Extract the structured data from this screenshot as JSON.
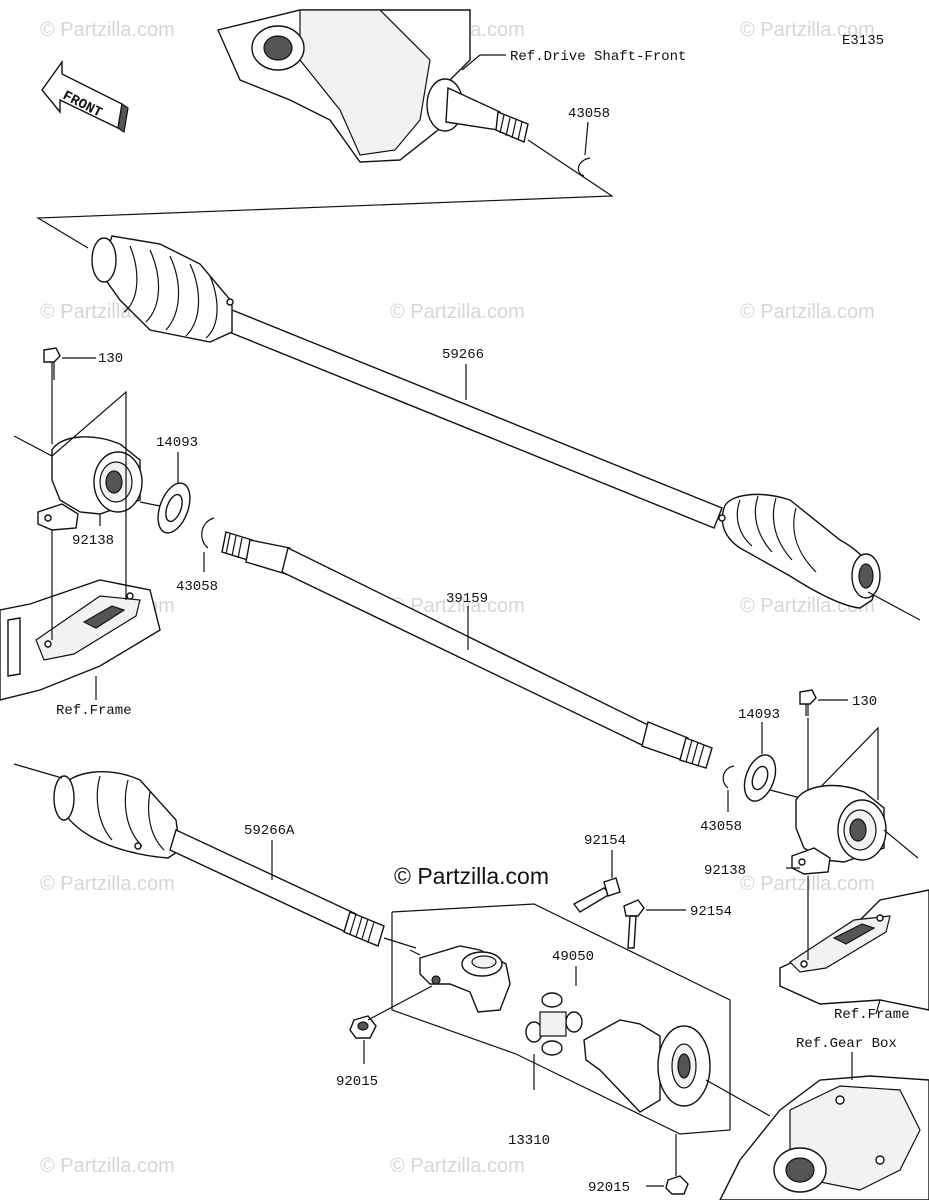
{
  "diagram_code": "E3135",
  "front_label": "FRONT",
  "main_watermark": "© Partzilla.com",
  "watermark": "© Partzilla.com",
  "labels": {
    "ref_drive_shaft_front": "Ref.Drive Shaft-Front",
    "p43058_top": "43058",
    "p59266": "59266",
    "p130_left": "130",
    "p14093_left": "14093",
    "p92138_left": "92138",
    "p43058_left": "43058",
    "p39159": "39159",
    "ref_frame_left": "Ref.Frame",
    "p14093_right": "14093",
    "p130_right": "130",
    "p43058_right": "43058",
    "p92138_right": "92138",
    "p59266a": "59266A",
    "p92154_a": "92154",
    "p92154_b": "92154",
    "p49050": "49050",
    "p92015_left": "92015",
    "p13310": "13310",
    "p92015_bottom": "92015",
    "ref_frame_right": "Ref.Frame",
    "ref_gear_box": "Ref.Gear Box"
  }
}
